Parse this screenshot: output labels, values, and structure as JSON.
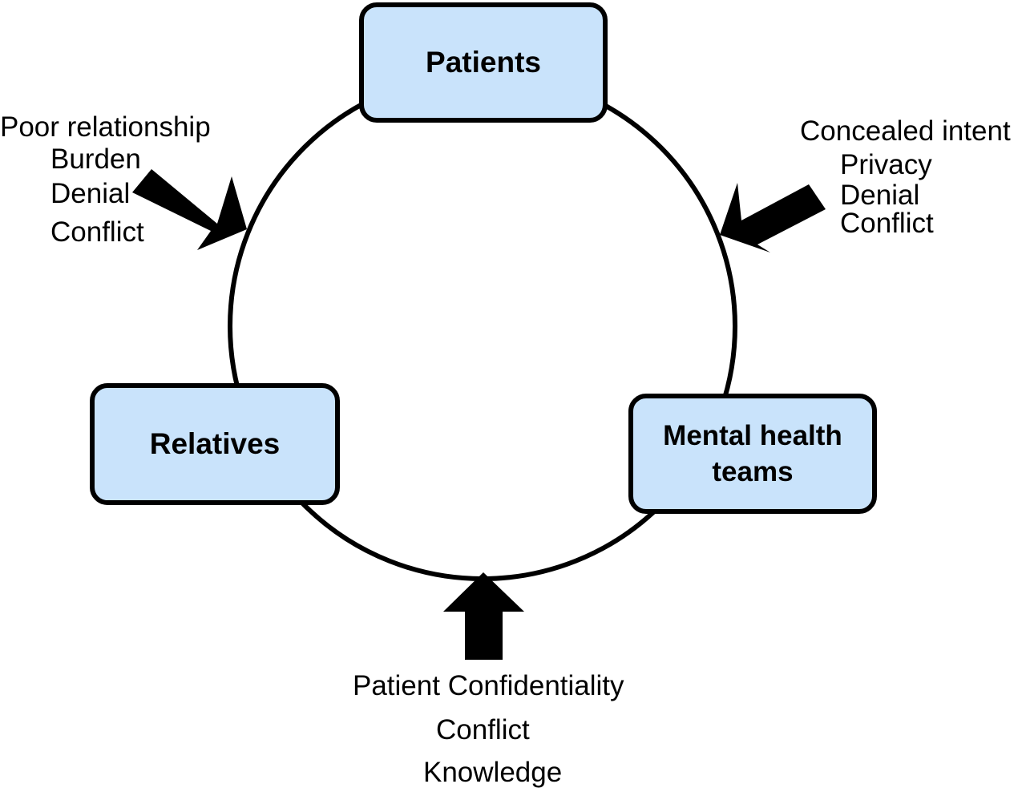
{
  "nodes": {
    "patients": "Patients",
    "relatives": "Relatives",
    "mental_health_teams": [
      "Mental health",
      "teams"
    ]
  },
  "barriers": {
    "relatives_patients": [
      "Poor relationship",
      "Burden",
      "Denial",
      "Conflict"
    ],
    "patients_teams": [
      "Concealed intent",
      "Privacy",
      "Denial",
      "Conflict"
    ],
    "relatives_teams": [
      "Patient Confidentiality",
      "Conflict",
      "Knowledge"
    ]
  },
  "colors": {
    "box_fill": "#c9e3fb",
    "stroke": "#000000"
  }
}
